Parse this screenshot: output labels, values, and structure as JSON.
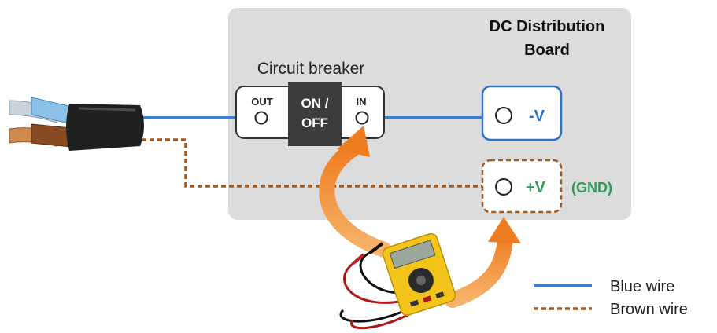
{
  "board": {
    "title_line1": "DC Distribution",
    "title_line2": "Board",
    "fill_color": "#dcdcdc"
  },
  "breaker": {
    "label": "Circuit breaker",
    "out_label": "OUT",
    "in_label": "IN",
    "switch_line1": "ON /",
    "switch_line2": "OFF"
  },
  "terminals": {
    "negative": {
      "label": "-V",
      "color": "#2c74c9"
    },
    "positive": {
      "label": "+V",
      "note": "(GND)",
      "color": "#2e9c5a"
    }
  },
  "legend": {
    "blue_wire": "Blue wire",
    "brown_wire": "Brown wire"
  },
  "colors": {
    "blue_wire": "#3b7fcc",
    "brown_wire": "#a15a1f",
    "arrow": "#ee7d22"
  },
  "icons": [
    "cable-icon",
    "multimeter-icon",
    "probe-arrow-icon"
  ]
}
